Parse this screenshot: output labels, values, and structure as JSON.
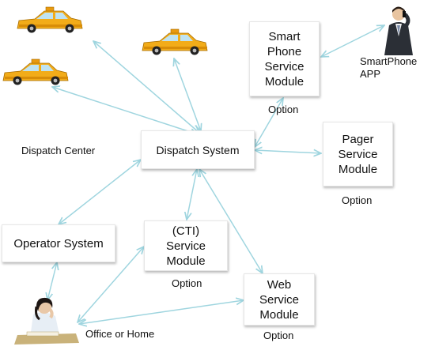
{
  "diagram": {
    "center_label": "Dispatch Center",
    "nodes": {
      "smart_phone_module": "Smart\nPhone\nService\nModule",
      "pager_module": "Pager\nService\nModule",
      "dispatch_system": "Dispatch System",
      "operator_system": "Operator System",
      "cti_module": "(CTI)\nService\nModule",
      "web_module": "Web\nService\nModule"
    },
    "option_labels": {
      "smart_phone": "Option",
      "pager": "Option",
      "cti": "Option",
      "web": "Option"
    },
    "actor_labels": {
      "smartphone_app": "SmartPhone\nAPP",
      "office_home": "Office or Home"
    },
    "icons": [
      "taxi-icon",
      "taxi-icon",
      "taxi-icon",
      "smartphone-user-icon",
      "operator-person-icon"
    ],
    "colors": {
      "connector": "#9fd5df",
      "taxi_body": "#f2ac19"
    }
  }
}
